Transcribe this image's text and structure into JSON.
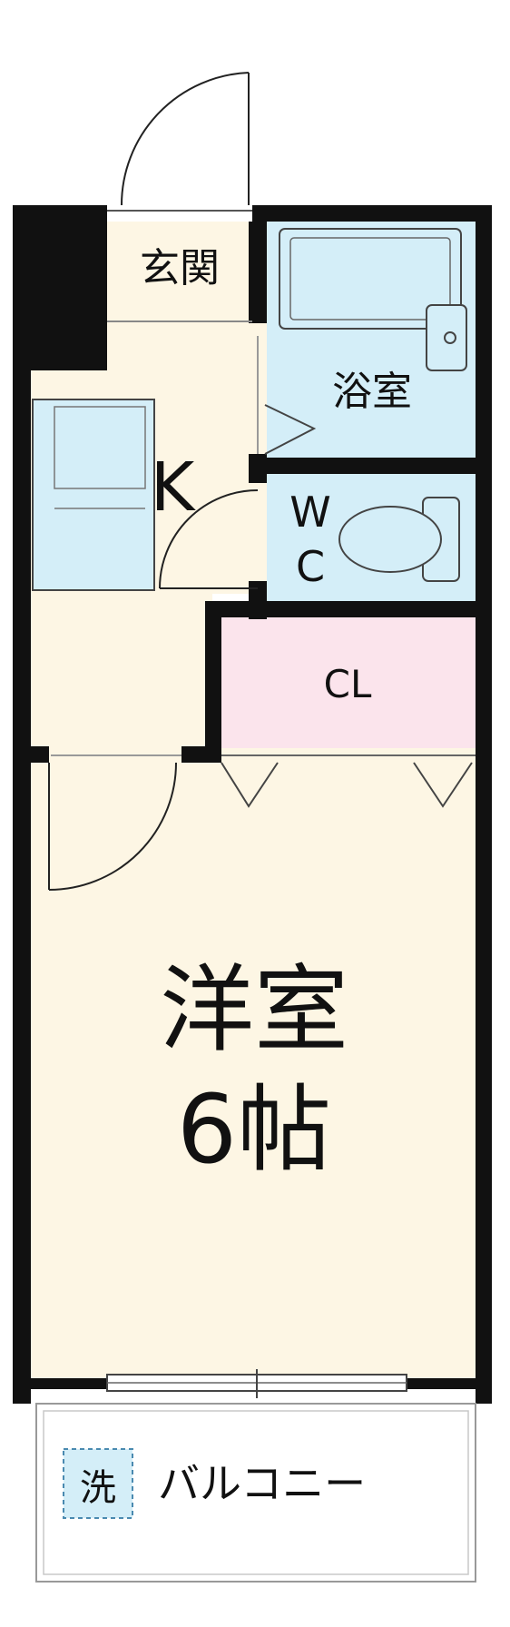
{
  "rooms": {
    "entrance": "玄関",
    "bath": "浴室",
    "kitchen": "K",
    "wc_top": "W",
    "wc_bottom": "C",
    "closet": "CL",
    "western_room": "洋室",
    "western_room_size": "6帖",
    "balcony": "バルコニー",
    "washer": "洗"
  },
  "colors": {
    "floor": "#fdf6e4",
    "wet_area": "#d4eef8",
    "closet": "#fbe4ec",
    "wall": "#111111"
  }
}
